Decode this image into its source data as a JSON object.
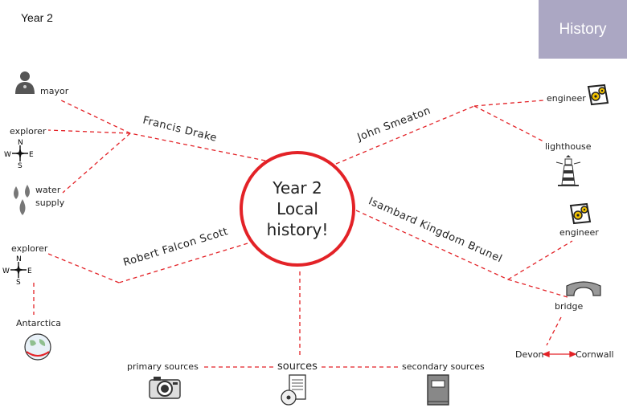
{
  "header": {
    "year": "Year 2",
    "subject": "History"
  },
  "center": {
    "line1": "Year 2",
    "line2": "Local",
    "line3": "history!"
  },
  "branches": {
    "drake": "Francis Drake",
    "smeaton": "John Smeaton",
    "brunel": "Isambard Kingdom Brunel",
    "scott": "Robert Falcon Scott",
    "sources": "sources"
  },
  "leaves": {
    "mayor": "mayor",
    "explorer_drake": "explorer",
    "water": "water",
    "supply": "supply",
    "explorer_scott": "explorer",
    "antarctica": "Antarctica",
    "engineer_smeaton": "engineer",
    "lighthouse": "lighthouse",
    "engineer_brunel": "engineer",
    "bridge": "bridge",
    "devon": "Devon",
    "cornwall": "Cornwall",
    "primary_sources": "primary sources",
    "secondary_sources": "secondary sources"
  },
  "compass": {
    "n": "N",
    "s": "S",
    "w": "W",
    "e": "E"
  },
  "colors": {
    "accent": "#e32227",
    "badge": "#aba7c3"
  },
  "icons": [
    "person-icon",
    "compass-icon",
    "water-drops-icon",
    "globe-icon",
    "gears-icon",
    "lighthouse-icon",
    "bridge-icon",
    "camera-icon",
    "document-cd-icon",
    "book-icon"
  ]
}
